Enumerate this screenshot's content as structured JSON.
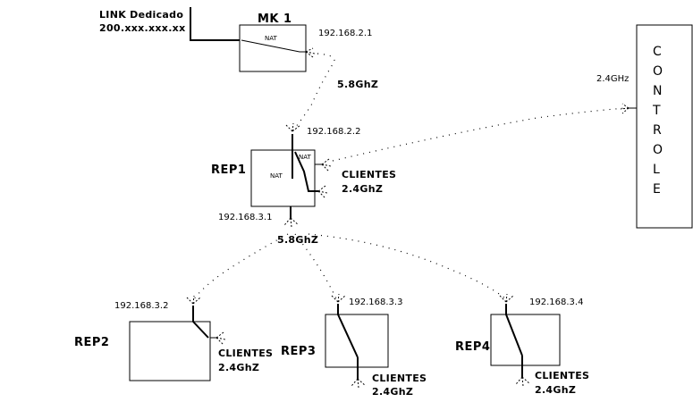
{
  "link": {
    "label": "LINK Dedicado",
    "ip": "200.xxx.xxx.xx"
  },
  "mk1": {
    "label": "MK 1",
    "nat": "NAT",
    "ip": "192.168.2.1"
  },
  "backhaul_top": {
    "freq": "5.8GhZ"
  },
  "rep1": {
    "label": "REP1",
    "nat_left": "NAT",
    "nat_right": "NAT",
    "ip_top": "192.168.2.2",
    "ip_bottom": "192.168.3.1",
    "clients": "CLIENTES",
    "clients_freq": "2.4GhZ"
  },
  "backhaul_bottom": {
    "freq": "5.8GhZ"
  },
  "controle": {
    "letters": [
      "C",
      "O",
      "N",
      "T",
      "R",
      "O",
      "L",
      "E"
    ],
    "freq": "2.4GHz"
  },
  "rep2": {
    "label": "REP2",
    "ip": "192.168.3.2",
    "clients": "CLIENTES",
    "clients_freq": "2.4GhZ"
  },
  "rep3": {
    "label": "REP3",
    "ip": "192.168.3.3",
    "clients": "CLIENTES",
    "clients_freq": "2.4GhZ"
  },
  "rep4": {
    "label": "REP4",
    "ip": "192.168.3.4",
    "clients": "CLIENTES",
    "clients_freq": "2.4GhZ"
  }
}
